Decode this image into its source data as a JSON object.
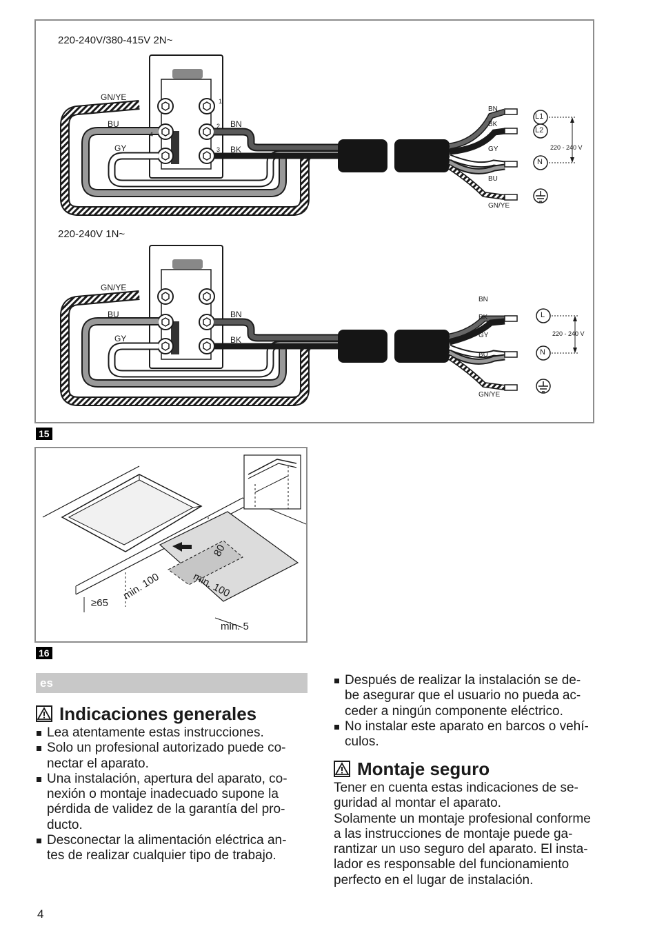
{
  "figure15": {
    "number": "15",
    "top_diagram": {
      "title": "220-240V/380-415V 2N~",
      "wire_labels": {
        "gnye": "GN/YE",
        "bu": "BU",
        "gy": "GY",
        "bn": "BN",
        "bk": "BK"
      },
      "terminal_marks": {
        "t1": "1",
        "t2": "2",
        "t3": "3",
        "t4": "4"
      },
      "end_labels": {
        "bn": "BN",
        "bk": "BK",
        "gy": "GY",
        "bu": "BU",
        "gnye": "GN/YE"
      },
      "phase_labels": {
        "l1": "L1",
        "l2": "L2",
        "n": "N"
      },
      "voltage": "220 - 240 V"
    },
    "bottom_diagram": {
      "title": "220-240V 1N~",
      "wire_labels": {
        "gnye": "GN/YE",
        "bu": "BU",
        "gy": "GY",
        "bn": "BN",
        "bk": "BK"
      },
      "end_labels": {
        "bn": "BN",
        "bk": "BK",
        "gy": "GY",
        "bu": "BU",
        "gnye": "GN/YE"
      },
      "phase_labels": {
        "l": "L",
        "n": "N"
      },
      "voltage": "220 - 240 V"
    }
  },
  "figure16": {
    "number": "16",
    "dims": {
      "d80": "80",
      "min100a": "min. 100",
      "min100b": "min. 100",
      "ge65": "≥65",
      "min5": "min. 5"
    }
  },
  "language_tag": "es",
  "sections": {
    "general": {
      "title": "Indicaciones generales",
      "bullets": [
        [
          "Lea atentamente estas instrucciones."
        ],
        [
          "Solo un profesional autorizado puede co-",
          "nectar el aparato."
        ],
        [
          "Una instalación, apertura del aparato, co-",
          "nexión o montaje inadecuado supone la",
          "pérdida de validez de la garantía del pro-",
          "ducto."
        ],
        [
          "Desconectar la alimentación eléctrica an-",
          "tes de realizar cualquier tipo de trabajo."
        ]
      ],
      "bullets_right": [
        [
          "Después de realizar la instalación se de-",
          "be asegurar que el usuario no pueda ac-",
          "ceder a ningún componente eléctrico."
        ],
        [
          "No instalar este aparato en barcos o vehí-",
          "culos."
        ]
      ]
    },
    "safe": {
      "title": "Montaje seguro",
      "lines": [
        "Tener en cuenta estas indicaciones de se-",
        "guridad al montar el aparato.",
        "Solamente un montaje profesional conforme",
        "a las instrucciones de montaje puede ga-",
        "rantizar un uso seguro del aparato. El insta-",
        "lador es responsable del funcionamiento",
        "perfecto en el lugar de instalación."
      ]
    }
  },
  "page_number": "4"
}
